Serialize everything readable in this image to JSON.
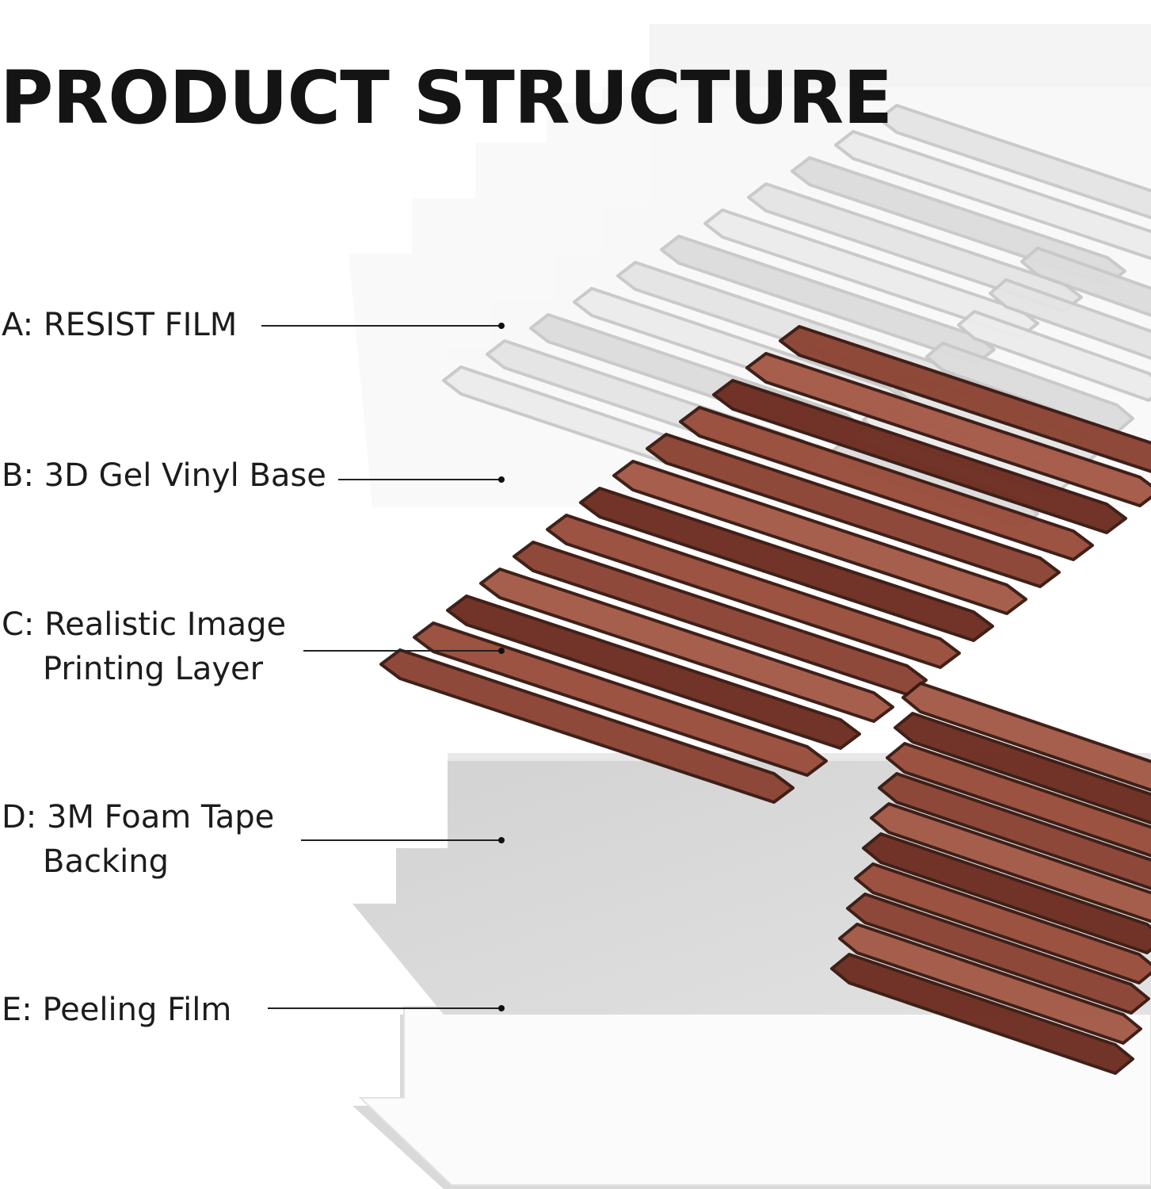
{
  "title": "PRODUCT STRUCTURE",
  "layers": [
    {
      "line1": "A: RESIST FILM",
      "line2": ""
    },
    {
      "line1": "B: 3D Gel Vinyl Base",
      "line2": ""
    },
    {
      "line1": "C: Realistic Image",
      "line2": "Printing Layer"
    },
    {
      "line1": "D: 3M Foam Tape",
      "line2": "Backing"
    },
    {
      "line1": "E: Peeling Film",
      "line2": ""
    }
  ],
  "colors": {
    "tile_dark": "#6e2e22",
    "tile_mid": "#8c4434",
    "tile_light": "#a55a48",
    "grout": "#3a1a12",
    "film_gray": "#d8d8d8",
    "film_white": "#f6f6f6",
    "text": "#141414"
  }
}
